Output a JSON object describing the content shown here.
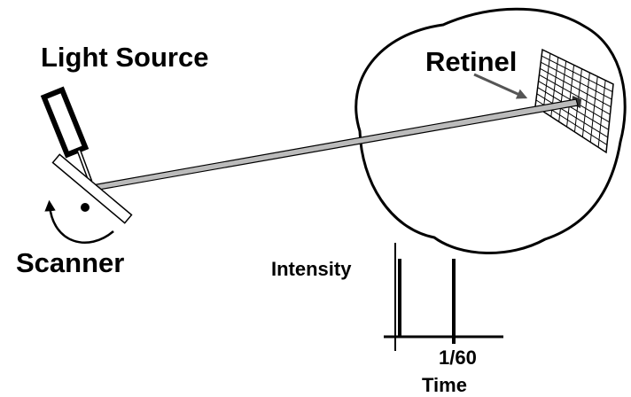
{
  "labels": {
    "light_source": "Light Source",
    "retina": "Retinel",
    "scanner": "Scanner",
    "intensity": "Intensity",
    "tick": "1/60",
    "time": "Time"
  },
  "colors": {
    "ink": "#000000",
    "paper": "#ffffff",
    "beam": "#999999",
    "arrow": "#555555"
  }
}
